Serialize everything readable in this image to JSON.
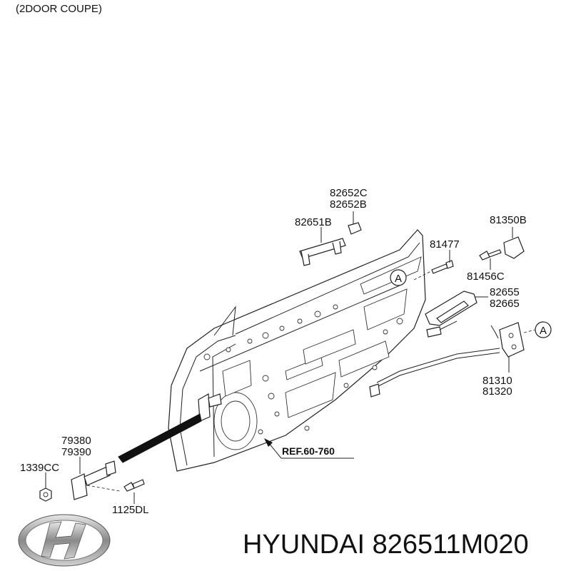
{
  "header": {
    "variant": "(2DOOR COUPE)"
  },
  "parts": [
    {
      "id": "p1",
      "label": "82652C"
    },
    {
      "id": "p2",
      "label": "82652B"
    },
    {
      "id": "p3",
      "label": "82651B"
    },
    {
      "id": "p4",
      "label": "81477"
    },
    {
      "id": "p5",
      "label": "81350B"
    },
    {
      "id": "p6",
      "label": "81456C"
    },
    {
      "id": "p7",
      "label": "82655"
    },
    {
      "id": "p8",
      "label": "82665"
    },
    {
      "id": "p9",
      "label": "81310"
    },
    {
      "id": "p10",
      "label": "81320"
    },
    {
      "id": "p11",
      "label": "79380"
    },
    {
      "id": "p12",
      "label": "79390"
    },
    {
      "id": "p13",
      "label": "1339CC"
    },
    {
      "id": "p14",
      "label": "1125DL"
    }
  ],
  "callouts": {
    "detail_a": "A"
  },
  "reference": {
    "label": "REF.60-760"
  },
  "footer": {
    "brand_text": "HYUNDAI 826511M020",
    "logo_icon": "hyundai-logo-icon"
  }
}
